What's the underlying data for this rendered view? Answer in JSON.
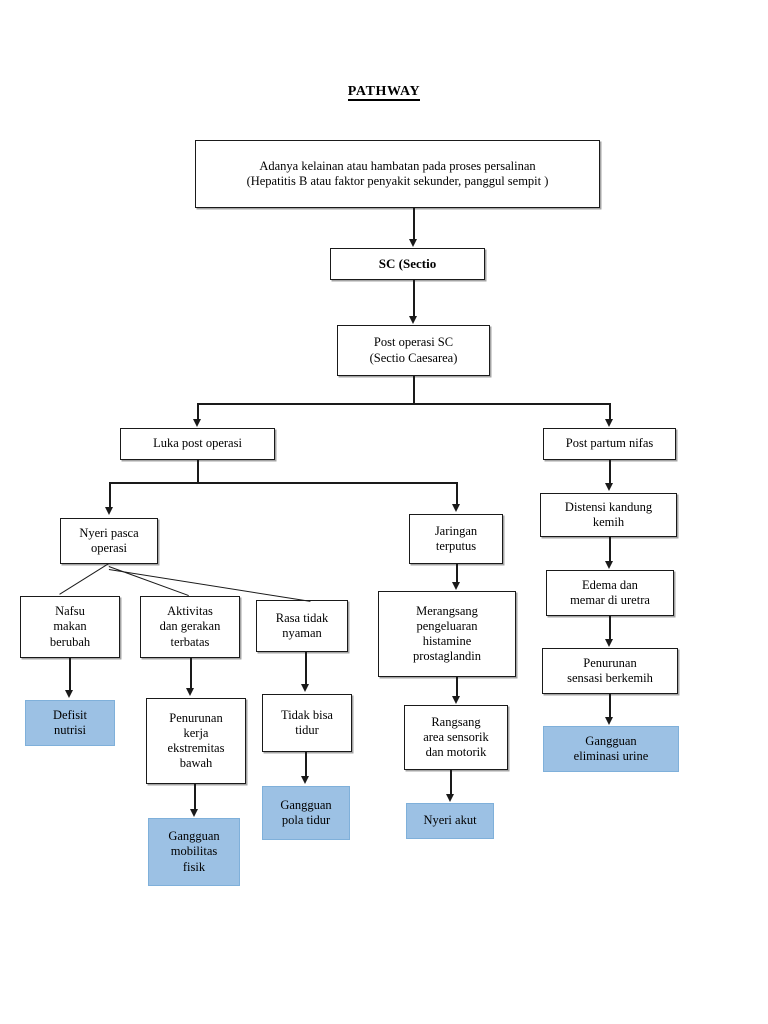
{
  "page": {
    "title": "PATHWAY",
    "accent_blue": "#9cc1e4",
    "line_color": "#1a1a1a",
    "background": "#ffffff"
  },
  "nodes": {
    "root": {
      "label": "Adanya kelainan atau hambatan pada proses persalinan\n(Hepatitis B atau faktor penyakit sekunder, panggul sempit )"
    },
    "sc": {
      "label": "SC (Sectio"
    },
    "post_op_sc": {
      "label": "Post operasi SC\n(Sectio Caesarea)"
    },
    "luka_post": {
      "label": "Luka post operasi"
    },
    "post_partum": {
      "label": "Post partum nifas"
    },
    "nyeri_pasca": {
      "label": "Nyeri pasca\noperasi"
    },
    "jaringan": {
      "label": "Jaringan\nterputus"
    },
    "distensi": {
      "label": "Distensi kandung\nkemih"
    },
    "nafsu": {
      "label": "Nafsu\nmakan\nberubah"
    },
    "aktivitas": {
      "label": "Aktivitas\ndan gerakan\nterbatas"
    },
    "rasa_tidak": {
      "label": "Rasa tidak\nnyaman"
    },
    "merangsang": {
      "label": "Merangsang\npengeluaran\nhistamine\nprostaglandin"
    },
    "edema": {
      "label": "Edema dan\nmemar di uretra"
    },
    "penurunan_sensasi": {
      "label": "Penurunan\nsensasi berkemih"
    },
    "defisit": {
      "label": "Defisit\nnutrisi"
    },
    "penurunan_kerja": {
      "label": "Penurunan\nkerja\nekstremitas\nbawah"
    },
    "tidak_bisa": {
      "label": "Tidak bisa\ntidur"
    },
    "rangsang": {
      "label": "Rangsang\narea sensorik\ndan motorik"
    },
    "gangguan_elim": {
      "label": "Gangguan\neliminasi urine"
    },
    "gangguan_pola": {
      "label": "Gangguan\npola tidur"
    },
    "nyeri_akut": {
      "label": "Nyeri akut"
    },
    "gangguan_mob": {
      "label": "Gangguan\nmobilitas\nfisik"
    }
  }
}
